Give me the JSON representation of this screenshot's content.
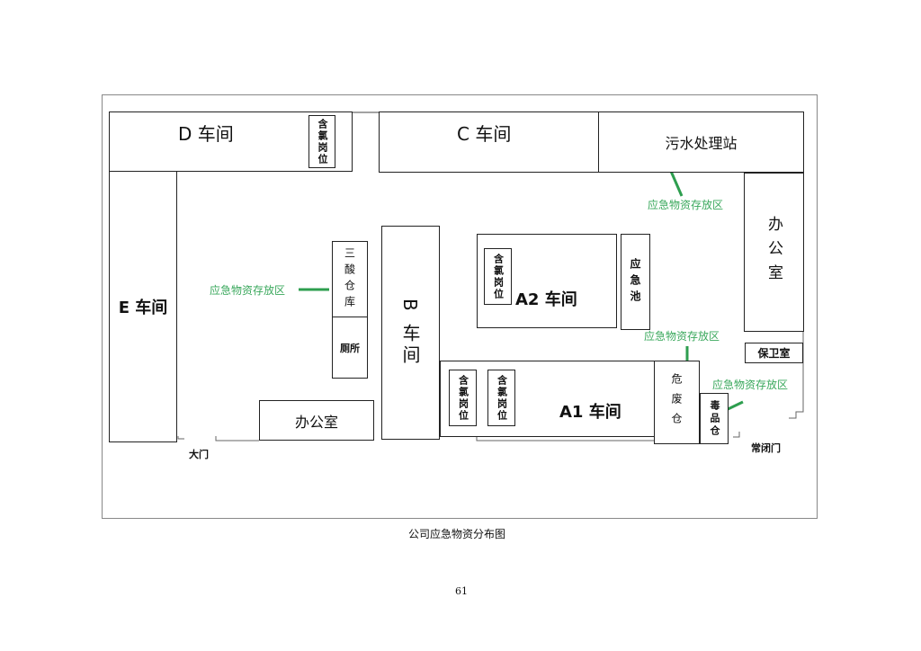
{
  "diagram": {
    "d_workshop": "D 车间",
    "c_workshop": "C 车间",
    "sewage_station": "污水处理站",
    "e_workshop": "E 车间",
    "b_workshop": "B 车间",
    "a2_workshop": "A2 车间",
    "a1_workshop": "A1 车间",
    "chlorine_post": "含氯岗位",
    "acid_warehouse": "三酸仓库",
    "toilet": "厕所",
    "emergency_pool": "应急池",
    "office": "办公室",
    "guard_room": "保卫室",
    "hazwaste_warehouse": "危废仓",
    "toxic_warehouse": "毒品仓",
    "emergency_storage": "应急物资存放区",
    "main_gate": "大门",
    "closed_gate": "常闭门"
  },
  "caption": "公司应急物资分布图",
  "page_number": "61",
  "colors": {
    "emergency_label": "#3aa85c"
  }
}
